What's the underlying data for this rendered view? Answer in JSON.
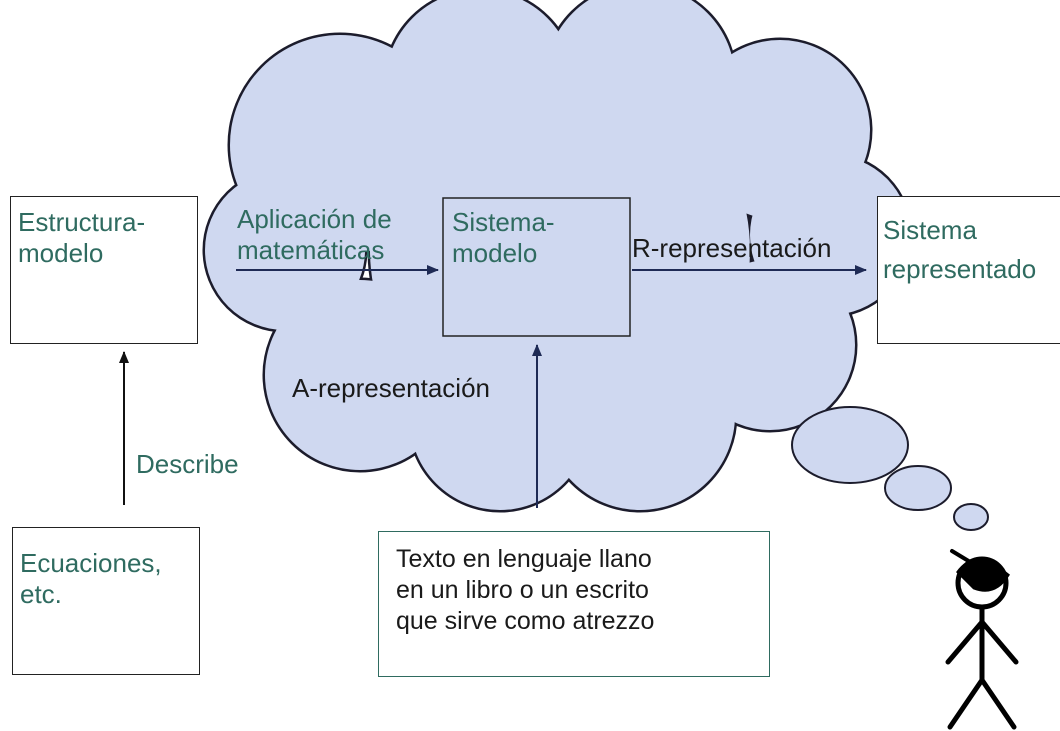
{
  "diagram": {
    "nodes": {
      "estructura_modelo": "Estructura-\nmodelo",
      "ecuaciones": "Ecuaciones,\netc.",
      "sistema_modelo": "Sistema-\nmodelo",
      "sistema_representado": "Sistema\nrepresentado",
      "texto": "Texto en lenguaje llano\nen un libro o un escrito\nque sirve como atrezzo"
    },
    "edges": {
      "describe": "Describe",
      "aplicacion": "Aplicación de\nmatemáticas",
      "r_representacion": "R-representación",
      "a_representacion": "A-representación"
    }
  },
  "colors": {
    "cloud_fill": "#c8d4ee",
    "cloud_stroke": "#1c1c2c",
    "arrow": "#1e2a55",
    "teal_text": "#2f6b60",
    "box_border": "#222222",
    "texto_border": "#2f6b60"
  },
  "icons": [
    "thought-cloud",
    "thought-bubble",
    "stick-figure",
    "arrow-right",
    "arrow-up"
  ]
}
